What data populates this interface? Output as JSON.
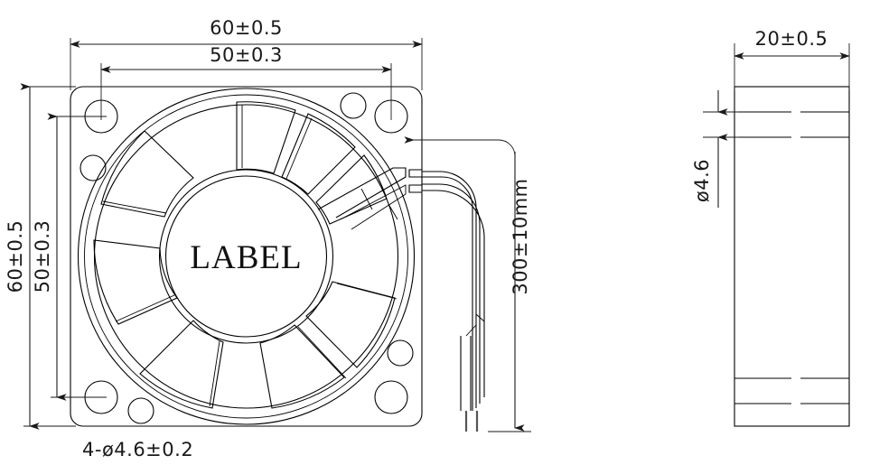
{
  "drawing": {
    "type": "mechanical-dimension-drawing",
    "subject": "60mm axial cooling fan",
    "views": [
      "front-view",
      "side-view"
    ]
  },
  "front_view": {
    "hub_label": "LABEL",
    "dimensions": {
      "width_overall": "60±0.5",
      "width_hole_pitch": "50±0.3",
      "height_overall": "60±0.5",
      "height_hole_pitch": "50±0.3",
      "hole_note": "4-ø4.6±0.2"
    },
    "blade_count": 7,
    "mounting_holes": 4,
    "vent_holes": 4
  },
  "wire": {
    "length": "300±10mm",
    "lead_count": 2
  },
  "side_view": {
    "dimensions": {
      "thickness": "20±0.5",
      "hole_diameter": "ø4.6"
    }
  },
  "colors": {
    "line": "#000000",
    "dimension": "#1a1a1a",
    "background": "#ffffff",
    "conductor": "#555555"
  }
}
